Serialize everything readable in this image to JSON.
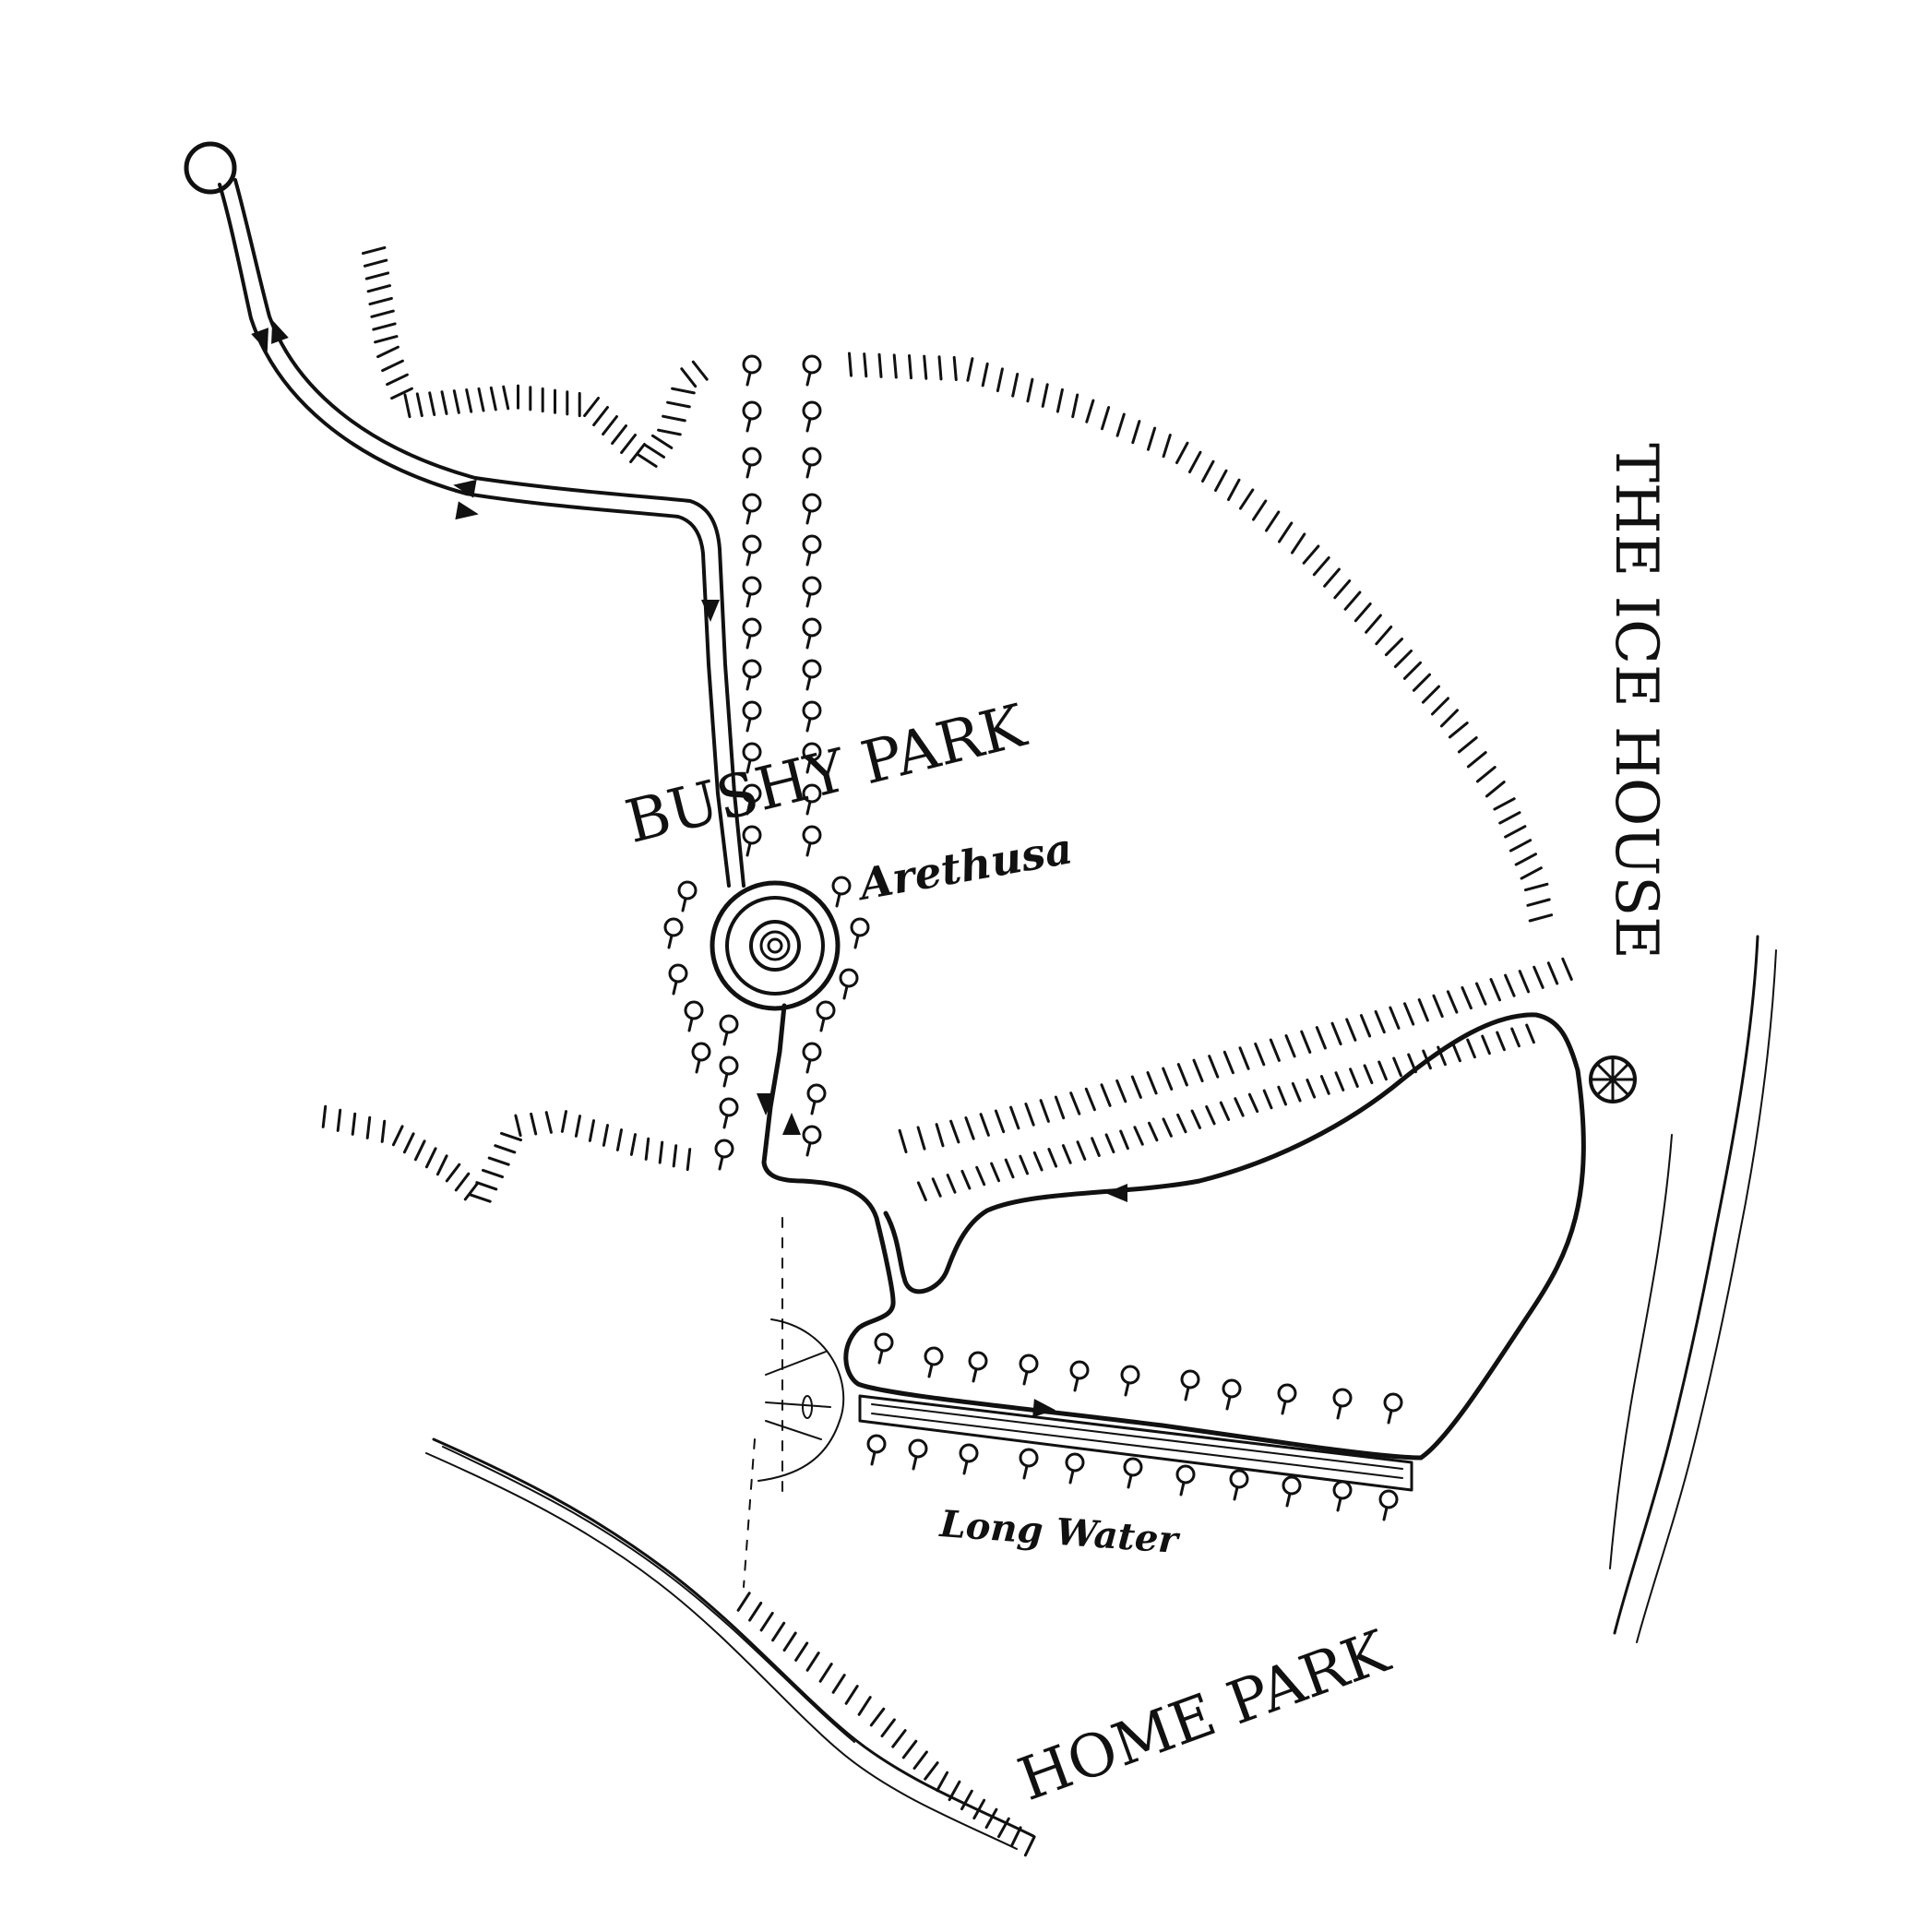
{
  "map": {
    "labels": {
      "bushy_park": "BUSHY PARK",
      "home_park": "HOME PARK",
      "ice_house": "THE ICE HOUSE",
      "arethusa": "Arethusa",
      "long_water": "Long Water"
    },
    "colors": {
      "ink": "#111111",
      "paper": "#ffffff"
    },
    "icons": {
      "start": "circle-start-marker-icon",
      "ice_house": "spoked-wheel-icon",
      "fountain": "concentric-ring-fountain-icon",
      "tree": "tree-lollipop-icon",
      "direction": "triangle-arrow-icon"
    }
  }
}
